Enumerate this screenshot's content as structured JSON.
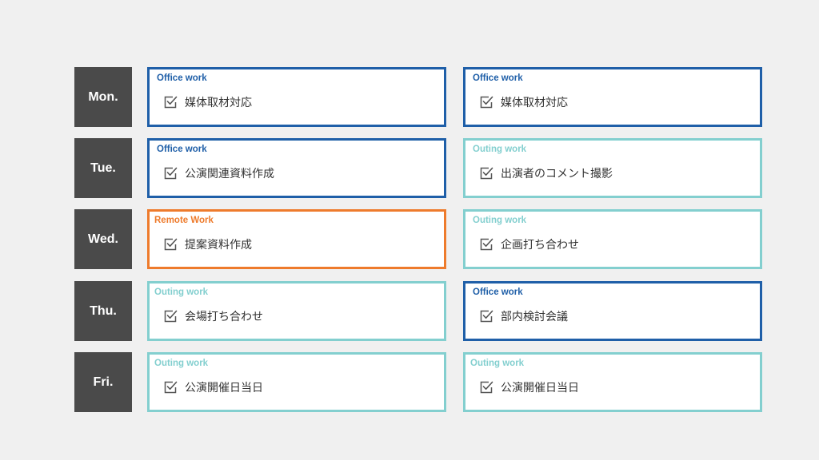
{
  "colors": {
    "office": "#1f5fa8",
    "outing": "#83cfcf",
    "remote": "#ee7b2c",
    "day_bg": "#4a4a4a",
    "page_bg": "#f0f0f0"
  },
  "days": [
    {
      "label": "Mon.",
      "entries": [
        {
          "category": "Office work",
          "kind": "office",
          "task": "媒体取材対応"
        },
        {
          "category": "Office work",
          "kind": "office",
          "task": "媒体取材対応"
        }
      ]
    },
    {
      "label": "Tue.",
      "entries": [
        {
          "category": "Office work",
          "kind": "office",
          "task": "公演関連資料作成"
        },
        {
          "category": "Outing work",
          "kind": "outing",
          "task": "出演者のコメント撮影"
        }
      ]
    },
    {
      "label": "Wed.",
      "entries": [
        {
          "category": "Remote Work",
          "kind": "remote",
          "task": "提案資料作成"
        },
        {
          "category": "Outing work",
          "kind": "outing",
          "task": "企画打ち合わせ"
        }
      ]
    },
    {
      "label": "Thu.",
      "entries": [
        {
          "category": "Outing work",
          "kind": "outing",
          "task": "会場打ち合わせ"
        },
        {
          "category": "Office work",
          "kind": "office",
          "task": "部内検討会議"
        }
      ]
    },
    {
      "label": "Fri.",
      "entries": [
        {
          "category": "Outing work",
          "kind": "outing",
          "task": "公演開催日当日"
        },
        {
          "category": "Outing work",
          "kind": "outing",
          "task": "公演開催日当日"
        }
      ]
    }
  ]
}
